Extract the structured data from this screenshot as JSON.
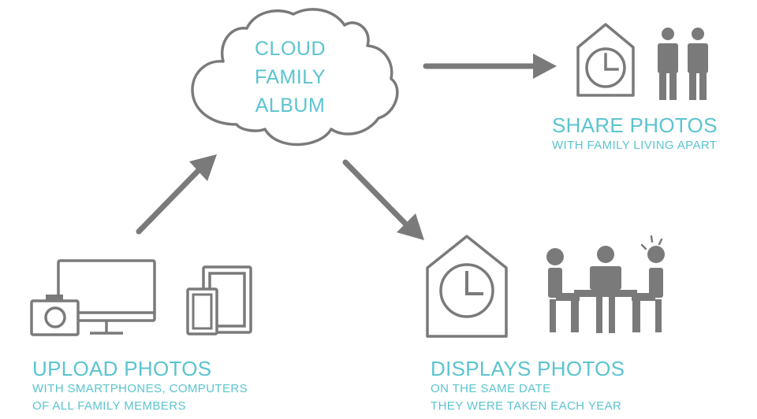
{
  "cloud": {
    "lines": [
      "CLOUD",
      "FAMILY",
      "ALBUM"
    ]
  },
  "share": {
    "title": "SHARE PHOTOS",
    "subtitle": [
      "WITH FAMILY LIVING APART"
    ]
  },
  "upload": {
    "title": "UPLOAD PHOTOS",
    "subtitle": [
      "WITH SMARTPHONES, COMPUTERS",
      "OF ALL FAMILY MEMBERS"
    ]
  },
  "display": {
    "title": "DISPLAYS PHOTOS",
    "subtitle": [
      "ON THE SAME DATE",
      "THEY WERE TAKEN EACH YEAR"
    ]
  },
  "colors": {
    "accent": "#5bc4cf",
    "icon_gray": "#7a7a7a"
  },
  "icons": [
    "cloud-icon",
    "arrow-right-icon",
    "arrow-up-right-icon",
    "arrow-down-right-icon",
    "house-clock-icon",
    "two-people-icon",
    "monitor-icon",
    "camera-icon",
    "tablet-icon",
    "smartphone-icon",
    "family-at-table-icon"
  ]
}
